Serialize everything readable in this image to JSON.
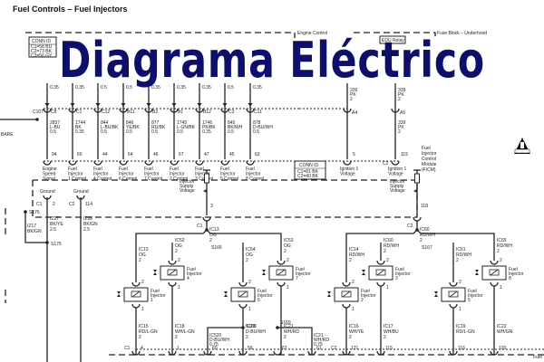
{
  "page": {
    "title": "Fuel Controls – Fuel Injectors",
    "banner": "Diagrama Eléctrico",
    "colors": {
      "banner": "#0c0f6e",
      "line": "#222222"
    }
  },
  "conn_id_left": {
    "header": "CONN ID",
    "lines": [
      "C1=56 BU",
      "C2=73 BK",
      "C3=56 GY"
    ]
  },
  "conn_id_right": {
    "header": "CONN ID",
    "lines": [
      "C1=81 BK",
      "C2=40 BK"
    ]
  },
  "modules": {
    "ecm": "Engine Control",
    "edu_relay": "EDU Relay",
    "fuse_block": "Fuse Block – Underhood",
    "ficm": [
      "Fuel",
      "Injector",
      "Control",
      "Module",
      "(FICM)"
    ]
  },
  "c107": {
    "label": "C107",
    "bare": "BARE"
  },
  "top_wires": [
    {
      "conn": "C8",
      "circuit": "2837",
      "color": "L-BU",
      "gauge": "0.5",
      "pin": "94",
      "label": [
        "Engine",
        "Speed",
        "Signal"
      ]
    },
    {
      "conn": "C1",
      "circuit": "1744",
      "color": "BK",
      "gauge": "0.35",
      "pin": "60",
      "label": [
        "Fuel",
        "Injector",
        "1 Control"
      ]
    },
    {
      "conn": "C12",
      "circuit": "844",
      "color": "L-BU/BK",
      "gauge": "0.5",
      "pin": "44",
      "label": [
        "Fuel",
        "Injector",
        "4 Control"
      ]
    },
    {
      "conn": "B11",
      "circuit": "846",
      "color": "YE/BK",
      "gauge": "0.5",
      "pin": "64",
      "label": [
        "Fuel",
        "Injector",
        "6 Control"
      ]
    },
    {
      "conn": "B2",
      "circuit": "877",
      "color": "RD/BK",
      "gauge": "0.5",
      "pin": "46",
      "label": [
        "Fuel",
        "Injector",
        "7 Control"
      ]
    },
    {
      "conn": "B1",
      "circuit": "1745",
      "color": "L-GN/BK",
      "gauge": "0.5",
      "pin": "67",
      "label": [
        "Fuel",
        "Injector",
        "2 Control"
      ]
    },
    {
      "conn": "B12",
      "circuit": "1746",
      "color": "PK/BK",
      "gauge": "0.35",
      "pin": "47",
      "label": [
        "Fuel",
        "Injector",
        "3 Control"
      ]
    },
    {
      "conn": "C3",
      "circuit": "845",
      "color": "BK/WH",
      "gauge": "0.5",
      "pin": "45",
      "label": [
        "Fuel",
        "Injector",
        "5 Control"
      ]
    },
    {
      "conn": "C11",
      "circuit": "878",
      "color": "D-BU/WH",
      "gauge": "0.5",
      "pin": "63",
      "label": [
        "Fuel",
        "Injector",
        "8 Control"
      ]
    }
  ],
  "top_gauges": [
    "0.35",
    "0.35",
    "0.5",
    "0.5",
    "0.35",
    "0.35",
    "0.35",
    "0.5",
    "0.35"
  ],
  "ign_wires": [
    {
      "conn": "A4",
      "circuit": "339",
      "color": "PK",
      "gauge": "2",
      "pin": "5",
      "label": [
        "Ignition 1",
        "Voltage"
      ]
    },
    {
      "conn": "A5",
      "circuit": "339",
      "color": "PK",
      "gauge": "2",
      "pin": "115",
      "conn2": "C2",
      "label": [
        "Ignition 1",
        "Voltage"
      ]
    }
  ],
  "grounds": [
    {
      "label": "Ground",
      "conn": "C1",
      "pin": "2",
      "wire": [
        "IZ17",
        "BK/YE",
        "2.5"
      ]
    },
    {
      "label": "Ground",
      "conn": "C2",
      "pin": "114",
      "wire": [
        "IZ18",
        "BK/GN",
        "2.5"
      ]
    }
  ],
  "splices": {
    "s176": "S176",
    "s175": "S175",
    "iz17_left": [
      "IZ17",
      "BK/GN"
    ],
    "s166": "S166",
    "s167": "S167",
    "s168": "S168",
    "s169": "S169"
  },
  "supply": [
    {
      "label": [
        "Injector",
        "Supply",
        "Voltage"
      ],
      "conn": "C1",
      "pin": "3",
      "wire": [
        "IC13",
        "OG",
        "2"
      ]
    },
    {
      "label": [
        "Injector",
        "Supply",
        "Voltage"
      ],
      "conn": "C2",
      "pin": "118",
      "wire": [
        "IC60",
        "RD/WH",
        "2"
      ]
    }
  ],
  "injectors": [
    {
      "name": [
        "Fuel",
        "Injector",
        "1"
      ],
      "feed": [
        "IC13",
        "OG",
        "2"
      ],
      "ret": [
        "IC15",
        "RD/L-GN",
        "2"
      ]
    },
    {
      "name": [
        "Fuel",
        "Injector",
        "4"
      ],
      "feed": [
        "IC62",
        "OG",
        "2"
      ],
      "ret": [
        "IC18",
        "WH/L-GN",
        "2"
      ]
    },
    {
      "name": [
        "Fuel",
        "Injector",
        "6"
      ],
      "feed": [
        "IC64",
        "OG",
        "2"
      ],
      "ret": [
        "IC20",
        "D-BU/WH",
        "2"
      ]
    },
    {
      "name": [
        "Fuel",
        "Injector",
        "7"
      ],
      "feed": [
        "IC63",
        "OG",
        "2"
      ],
      "ret": [
        "IC21",
        "WH/RD",
        "2"
      ]
    },
    {
      "name": [
        "Fuel",
        "Injector",
        "2"
      ],
      "feed": [
        "IC14",
        "RD/WH",
        "2"
      ],
      "ret": [
        "IC16",
        "WH/YE",
        "2"
      ]
    },
    {
      "name": [
        "Fuel",
        "Injector",
        "3"
      ],
      "feed": [
        "IC60",
        "RD/WH",
        "2"
      ],
      "ret": [
        "IC17",
        "WH/BU",
        "2"
      ]
    },
    {
      "name": [
        "Fuel",
        "Injector",
        "5"
      ],
      "feed": [
        "IC61",
        "RD/WH",
        "2"
      ],
      "ret": [
        "IC19",
        "RD/L-GN",
        ""
      ]
    },
    {
      "name": [
        "Fuel",
        "Injector",
        "8"
      ],
      "feed": [
        "IC65",
        "RD/WH",
        "2"
      ],
      "ret": [
        "IC22",
        "WH/GN",
        ""
      ]
    }
  ],
  "bottom": {
    "c1": "C1",
    "c2": "C2",
    "pins": [
      "4",
      "1",
      "60",
      "59",
      "62",
      "61",
      "121",
      "115",
      "116",
      "120"
    ],
    "ic520": [
      "IC520",
      "D-BU/WH",
      "0.75"
    ],
    "ic20b": [
      "IC20",
      "D-BU/WH",
      "0.75"
    ],
    "ic521": [
      "IC521",
      "WH/RD",
      "0.75"
    ],
    "ic21b": [
      "IC21",
      "WH/RD",
      "0.75"
    ],
    "fuel": "Fuel"
  },
  "pin2": "2",
  "pin1": "1",
  "warning_icon": "caution-icon",
  "warning_text": "CAUTION"
}
